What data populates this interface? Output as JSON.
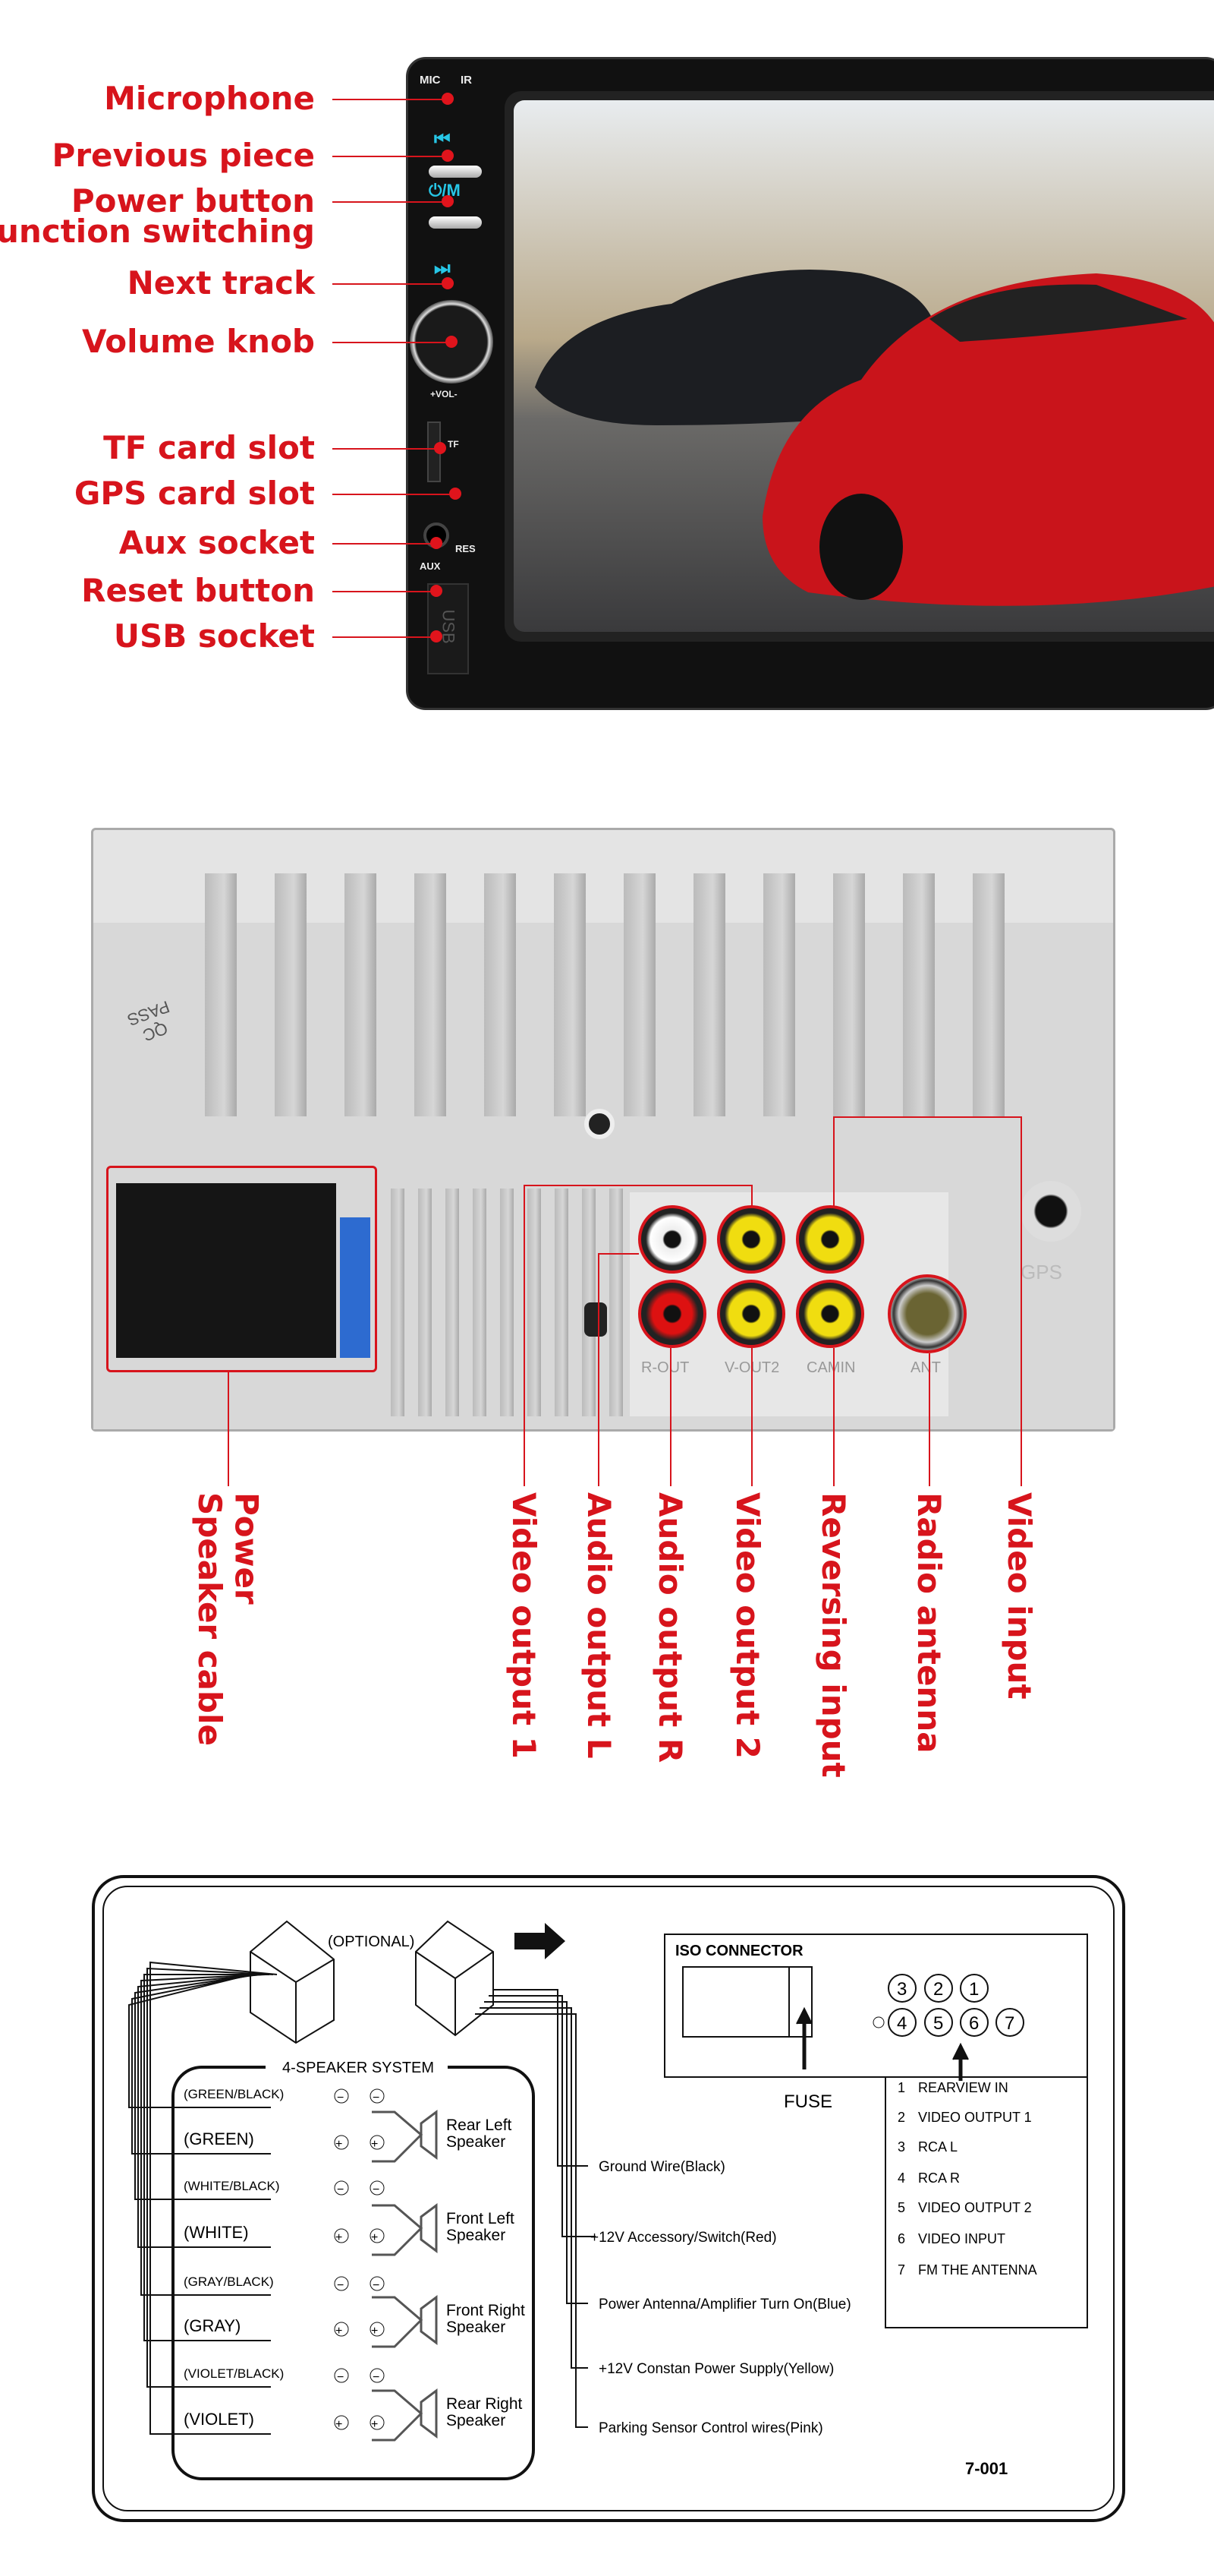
{
  "front": {
    "labels": [
      "Microphone",
      "Previous piece",
      "Power button",
      "Function switching",
      "Next track",
      "Volume knob",
      "TF card slot",
      "GPS card slot",
      "Aux socket",
      "Reset button",
      "USB socket"
    ],
    "panel": {
      "mic": "MIC",
      "ir": "IR",
      "prev": "⏮",
      "power": "⏻/M",
      "next": "⏭",
      "vol": "+VOL-",
      "tf": "TF",
      "aux": "AUX",
      "res": "RES",
      "usb": "USB"
    }
  },
  "back": {
    "qc": "QC PASS",
    "jacks": [
      "R-OUT",
      "V-OUT2",
      "CAMIN",
      "ANT",
      "GPS"
    ],
    "labels": {
      "power_line1": "Power",
      "power_line2": "Speaker cable",
      "video_out1": "Video output 1",
      "audio_l": "Audio output L",
      "audio_r": "Audio output R",
      "video_out2": "Video output 2",
      "reversing": "Reversing input",
      "antenna": "Radio antenna",
      "video_in": "Video input"
    }
  },
  "diagram": {
    "optional": "(OPTIONAL)",
    "iso_title": "ISO CONNECTOR",
    "fuse": "FUSE",
    "pins_top": [
      "3",
      "2",
      "1"
    ],
    "pins_bottom": [
      "4",
      "5",
      "6",
      "7"
    ],
    "pin_list": [
      {
        "n": "1",
        "t": "REARVIEW IN"
      },
      {
        "n": "2",
        "t": "VIDEO OUTPUT  1"
      },
      {
        "n": "3",
        "t": "RCA L"
      },
      {
        "n": "4",
        "t": "RCA R"
      },
      {
        "n": "5",
        "t": "VIDEO OUTPUT  2"
      },
      {
        "n": "6",
        "t": "VIDEO  INPUT"
      },
      {
        "n": "7",
        "t": "FM THE ANTENNA"
      }
    ],
    "speaker_title": "4-SPEAKER SYSTEM",
    "wires": [
      "(GREEN/BLACK)",
      "(GREEN)",
      "(WHITE/BLACK)",
      "(WHITE)",
      "(GRAY/BLACK)",
      "(GRAY)",
      "(VIOLET/BLACK)",
      "(VIOLET)"
    ],
    "speakers": [
      [
        "Rear Left",
        "Speaker"
      ],
      [
        "Front Left",
        "Speaker"
      ],
      [
        "Front Right",
        "Speaker"
      ],
      [
        "Rear Right",
        "Speaker"
      ]
    ],
    "power_wires": [
      "Ground  Wire(Black)",
      "+12V Accessory/Switch(Red)",
      "Power Antenna/Amplifier Turn On(Blue)",
      "+12V Constan Power Supply(Yellow)",
      "Parking Sensor Control wires(Pink)"
    ],
    "code": "7-001"
  },
  "colors": {
    "label_red": "#d7141c",
    "button_cyan": "#27c6e6"
  }
}
